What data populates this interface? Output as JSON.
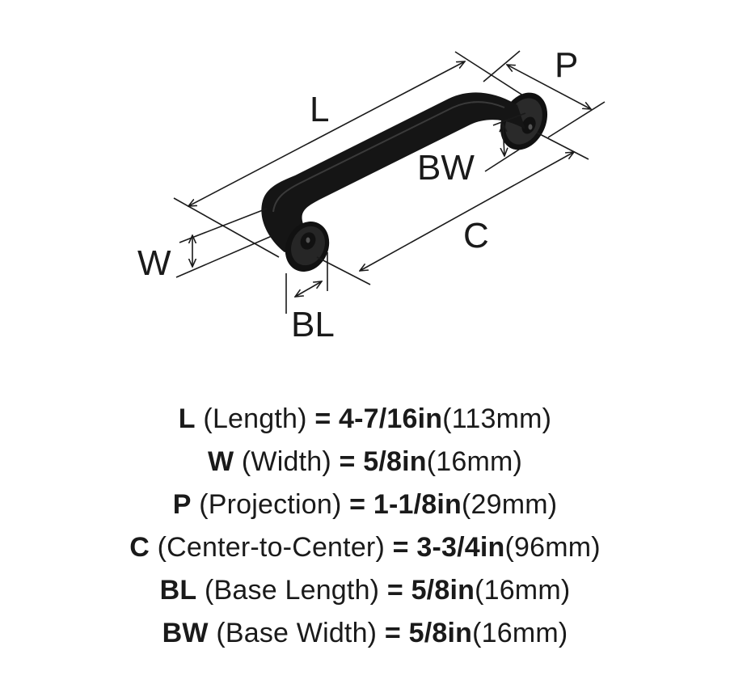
{
  "diagram": {
    "labels": {
      "length": "L",
      "projection": "P",
      "base_width": "BW",
      "center": "C",
      "width": "W",
      "base_length": "BL"
    }
  },
  "specs": [
    {
      "abbr": "L",
      "name": "(Length)",
      "equals": "=",
      "imperial": "4-7/16in",
      "metric": "(113mm)"
    },
    {
      "abbr": "W",
      "name": "(Width)",
      "equals": "=",
      "imperial": "5/8in",
      "metric": "(16mm)"
    },
    {
      "abbr": "P",
      "name": "(Projection)",
      "equals": "=",
      "imperial": "1-1/8in",
      "metric": "(29mm)"
    },
    {
      "abbr": "C",
      "name": "(Center-to-Center)",
      "equals": "=",
      "imperial": "3-3/4in",
      "metric": "(96mm)"
    },
    {
      "abbr": "BL",
      "name": "(Base Length)",
      "equals": "=",
      "imperial": "5/8in",
      "metric": "(16mm)"
    },
    {
      "abbr": "BW",
      "name": "(Base Width)",
      "equals": "=",
      "imperial": "5/8in",
      "metric": "(16mm)"
    }
  ]
}
